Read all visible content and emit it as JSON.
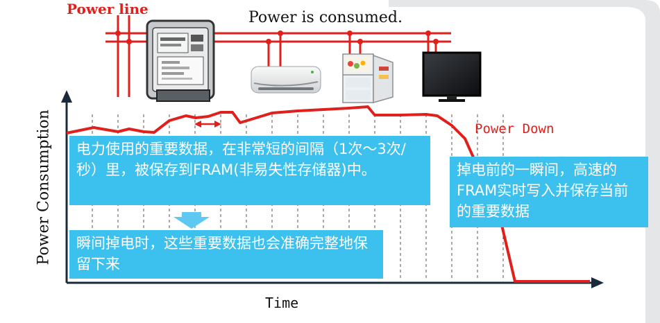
{
  "labels": {
    "power_line": "Power line",
    "power_consumed": "Power is consumed.",
    "power_down": "Power Down",
    "y_axis": "Power Consumption",
    "x_axis": "Time"
  },
  "callouts": {
    "save_interval": "电力使用的重要数据，在非常短的间隔（1次～3次/秒）里，被保存到FRAM(非易失性存储器)中。",
    "instant_power_loss": "瞬间掉电时，这些重要数据也会准确完整地保留下来",
    "before_power_down": "掉电前的一瞬间，高速的FRAM实时写入并保存当前的重要数据"
  },
  "devices": [
    "power-meter",
    "air-conditioner",
    "refrigerator",
    "television"
  ],
  "colors": {
    "power": "#e0201c",
    "callout": "#3cc0ee",
    "axis": "#1a2a3a"
  }
}
